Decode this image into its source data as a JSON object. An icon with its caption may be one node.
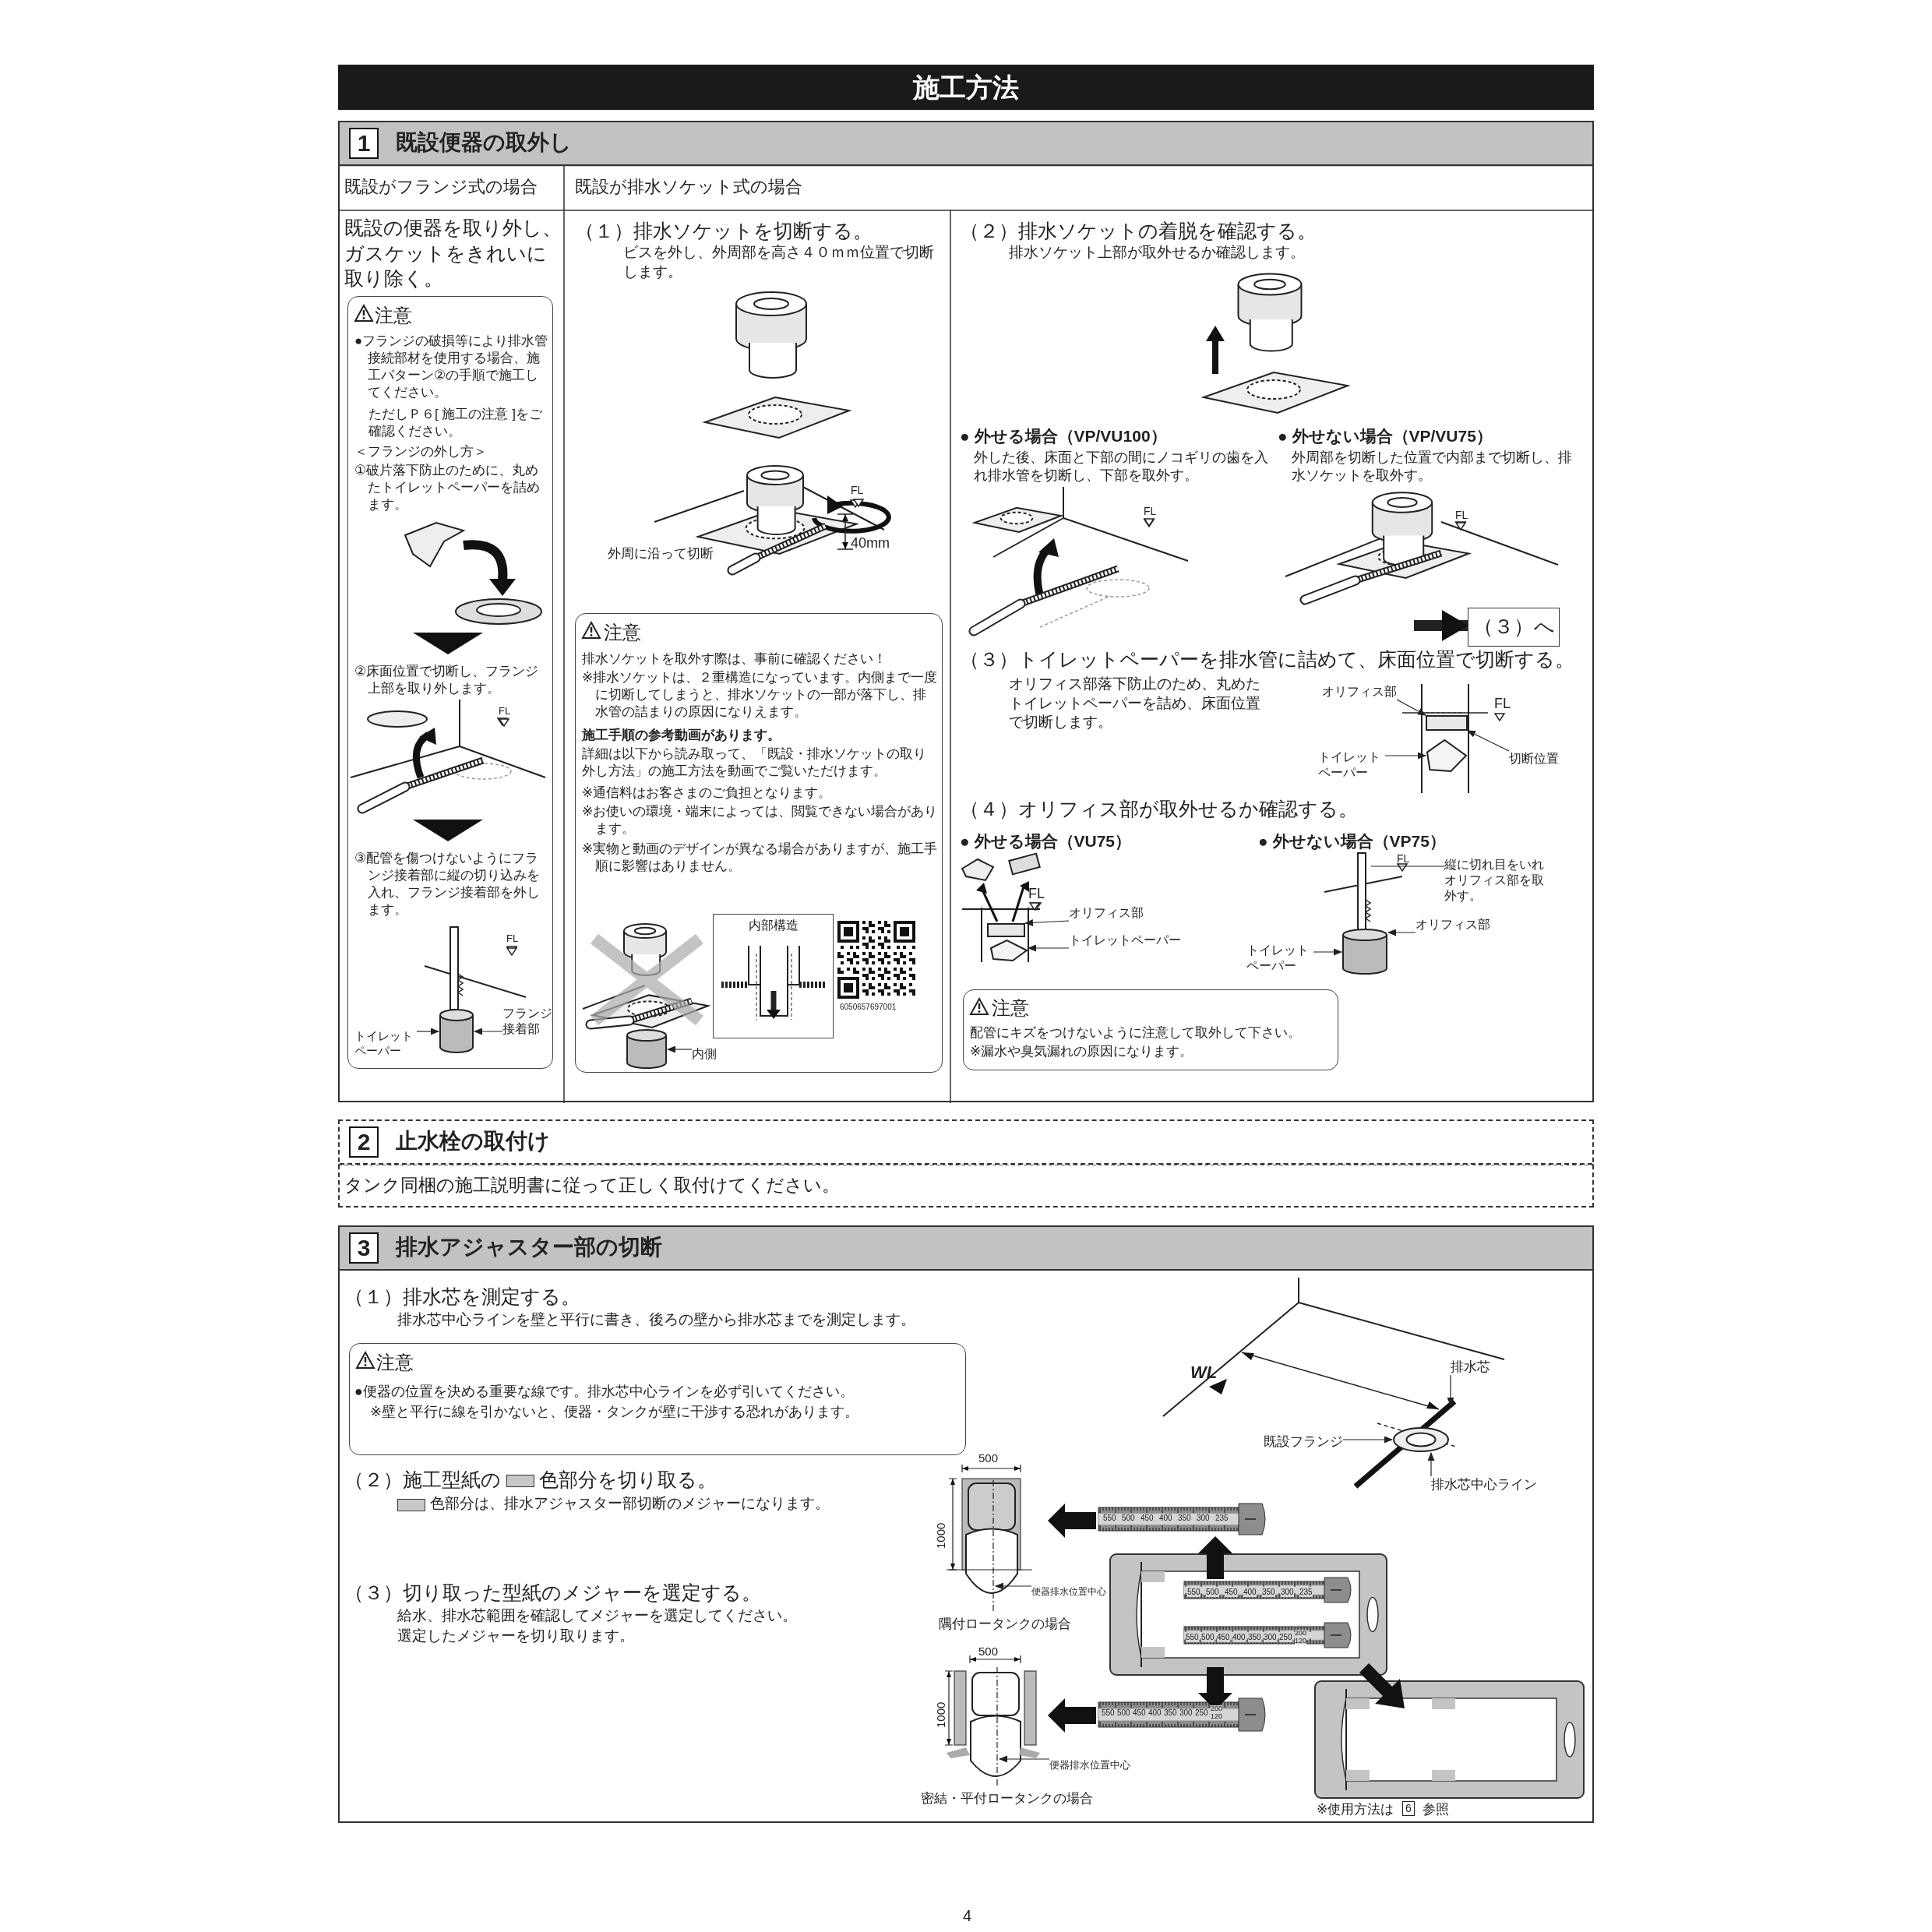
{
  "diagram": {
    "title": "施工方法",
    "nodes": [
      {
        "text": [
          "1",
          "既設便器の取外し"
        ]
      },
      {
        "text": [
          "注意",
          "●フランジの破損等により排水管接続部材を使用する場合、施工パターン②の手順で施工してください。",
          "ただしＰ６[ 施工の注意 ]をご確認ください。",
          "＜フランジの外し方＞",
          "①破片落下防止のために、丸めたトイレットペーパーを詰めます。",
          "②床面位置で切断し、フランジ上部を取り外します。",
          "③配管を傷つけないようにフランジ接着部に縦の切り込みを入れ、フランジ接着部を外します。"
        ],
        "in": 0
      },
      {
        "text": [
          "トイレットペーパー"
        ],
        "in": 1
      },
      {
        "text": [
          "フランジ接着部"
        ],
        "in": 1
      },
      {
        "text": [],
        "shape": "cylinder",
        "in": 1
      },
      {
        "text": [
          "注意",
          "排水ソケットを取外す際は、事前に確認ください！",
          "※排水ソケットは、２重構造になっています。内側まで一度に切断してしまうと、排水ソケットの一部が落下し、排水管の詰まりの原因になりえます。",
          "施工手順の参考動画があります。",
          "詳細は以下から読み取って、「既設・排水ソケットの取り外し方法」の施工方法を動画でご覧いただけます。",
          "※通信料はお客さまのご負担となります。",
          "※お使いの環境・端末によっては、閲覧できない場合があります。",
          "※実物と動画のデザインが異なる場合がありますが、施工手順に影響はありません。"
        ],
        "in": 0
      },
      {
        "text": [
          "内部構造"
        ],
        "in": 5
      },
      {
        "text": [
          "内側"
        ],
        "in": 5
      },
      {
        "text": [],
        "shape": "cylinder",
        "in": 5
      },
      {
        "text": [
          "（３）へ"
        ],
        "in": 0
      },
      {
        "text": [
          "オリフィス部"
        ],
        "in": 0
      },
      {
        "text": [],
        "shape": "box",
        "in": 0
      },
      {
        "text": [
          "トイレットペーパー"
        ],
        "in": 0
      },
      {
        "text": [],
        "shape": "picture",
        "in": 0
      },
      {
        "text": [
          "切断位置"
        ],
        "in": 0
      },
      {
        "text": [
          "オリフィス部"
        ],
        "in": 0
      },
      {
        "text": [],
        "shape": "box",
        "in": 0
      },
      {
        "text": [
          "トイレットペーパー"
        ],
        "in": 0
      },
      {
        "text": [],
        "shape": "picture",
        "in": 0
      },
      {
        "text": [
          "縦に切れ目をいれオリフィス部を取外す。"
        ],
        "in": 0
      },
      {
        "text": [
          "オリフィス部"
        ],
        "in": 0
      },
      {
        "text": [],
        "shape": "cylinder",
        "in": 0
      },
      {
        "text": [
          "トイレットペーパー"
        ],
        "in": 0
      },
      {
        "text": [
          "注意",
          "配管にキズをつけないように注意して取外して下さい。",
          "※漏水や臭気漏れの原因になります。"
        ],
        "in": 0
      },
      {
        "text": [
          "2",
          "止水栓の取付け"
        ]
      },
      {
        "text": [
          "3",
          "排水アジャスター部の切断"
        ]
      },
      {
        "text": [
          "注意",
          "●便器の位置を決める重要な線です。排水芯中心ラインを必ず引いてください。",
          "※壁と平行に線を引かないと、便器・タンクが壁に干渉する恐れがあります。"
        ],
        "in": 25
      },
      {
        "text": [
          "排水芯"
        ],
        "in": 25
      },
      {
        "text": [
          "既設フランジ"
        ],
        "in": 25
      },
      {
        "text": [],
        "shape": "circle",
        "in": 25
      },
      {
        "text": [
          "排水芯中心ライン"
        ],
        "in": 25
      },
      {
        "text": [
          "便器排水位置中心"
        ],
        "in": 25
      },
      {
        "text": [
          "便器排水位置中心"
        ],
        "in": 25
      },
      {
        "text": [],
        "shape": "line",
        "in": 25
      },
      {
        "text": [],
        "shape": "line",
        "in": 25
      }
    ],
    "edges": [
      {
        "from": 2,
        "to": 4,
        "arrow": "to"
      },
      {
        "from": 3,
        "to": 4,
        "arrow": "to"
      },
      {
        "from": 7,
        "to": 8,
        "arrow": "to"
      },
      {
        "from": null,
        "to": 9,
        "arrow": "to",
        "style": "thick"
      },
      {
        "from": 10,
        "to": 11,
        "arrow": "to"
      },
      {
        "from": 12,
        "to": 13,
        "arrow": "to"
      },
      {
        "from": 14,
        "to": 11,
        "arrow": "to"
      },
      {
        "from": 15,
        "to": 16,
        "arrow": "to"
      },
      {
        "from": 17,
        "to": 18,
        "arrow": "to"
      },
      {
        "from": 19,
        "to": null,
        "arrow": "none"
      },
      {
        "from": 20,
        "to": 21,
        "arrow": "to"
      },
      {
        "from": 22,
        "to": 21,
        "arrow": "to"
      },
      {
        "from": 27,
        "to": null,
        "arrow": "to"
      },
      {
        "from": 28,
        "to": 29,
        "arrow": "to"
      },
      {
        "from": 30,
        "to": 29,
        "arrow": "to"
      },
      {
        "from": 31,
        "to": 33,
        "arrow": "to"
      },
      {
        "from": 32,
        "to": 34,
        "arrow": "to"
      }
    ],
    "labels": [
      "既設がフランジ式の場合",
      "既設が排水ソケット式の場合",
      "既設の便器を取り外し、ガスケットをきれいに取り除く。",
      "FL",
      "FL",
      "（１）排水ソケットを切断する。",
      "ビスを外し、外周部を高さ４０ｍｍ位置で切断します。",
      "FL",
      "40mm",
      "外周に沿って切断",
      "6050657697001",
      "（２）排水ソケットの着脱を確認する。",
      "排水ソケット上部が取外せるか確認します。",
      "● 外せる場合（VP/VU100）",
      "外した後、床面と下部の間にノコギリの歯を入れ排水管を切断し、下部を取外す。",
      "● 外せない場合（VP/VU75）",
      "外周部を切断した位置で内部まで切断し、排水ソケットを取外す。",
      "FL",
      "FL",
      "（３）トイレットペーパーを排水管に詰めて、床面位置で切断する。",
      "オリフィス部落下防止のため、丸めたトイレットペーパーを詰め、床面位置で切断します。",
      "FL",
      "（４）オリフィス部が取外せるか確認する。",
      "● 外せる場合（VU75）",
      "● 外せない場合（VP75）",
      "FL",
      "FL",
      "タンク同梱の施工説明書に従って正しく取付けてください。",
      "（１）排水芯を測定する。",
      "排水芯中心ラインを壁と平行に書き、後ろの壁から排水芯までを測定します。",
      "WL",
      "（２）施工型紙の",
      "色部分を切り取る。",
      "色部分は、排水アジャスター部切断のメジャーになります。",
      "500",
      "1000",
      "550",
      "500",
      "450",
      "400",
      "350",
      "300",
      "235",
      "（３）切り取った型紙のメジャーを選定する。",
      "給水、排水芯範囲を確認してメジャーを選定してください。",
      "選定したメジャーを切り取ります。",
      "550",
      "500",
      "450",
      "400",
      "350",
      "300",
      "235",
      "550",
      "500",
      "450",
      "400",
      "350",
      "300",
      "250",
      "200",
      "120",
      "隅付ロータンクの場合",
      "500",
      "1000",
      "550",
      "500",
      "450",
      "400",
      "350",
      "300",
      "250",
      "200",
      "120",
      "密結・平付ロータンクの場合",
      "※使用方法は",
      "6",
      "参照",
      "4"
    ]
  }
}
